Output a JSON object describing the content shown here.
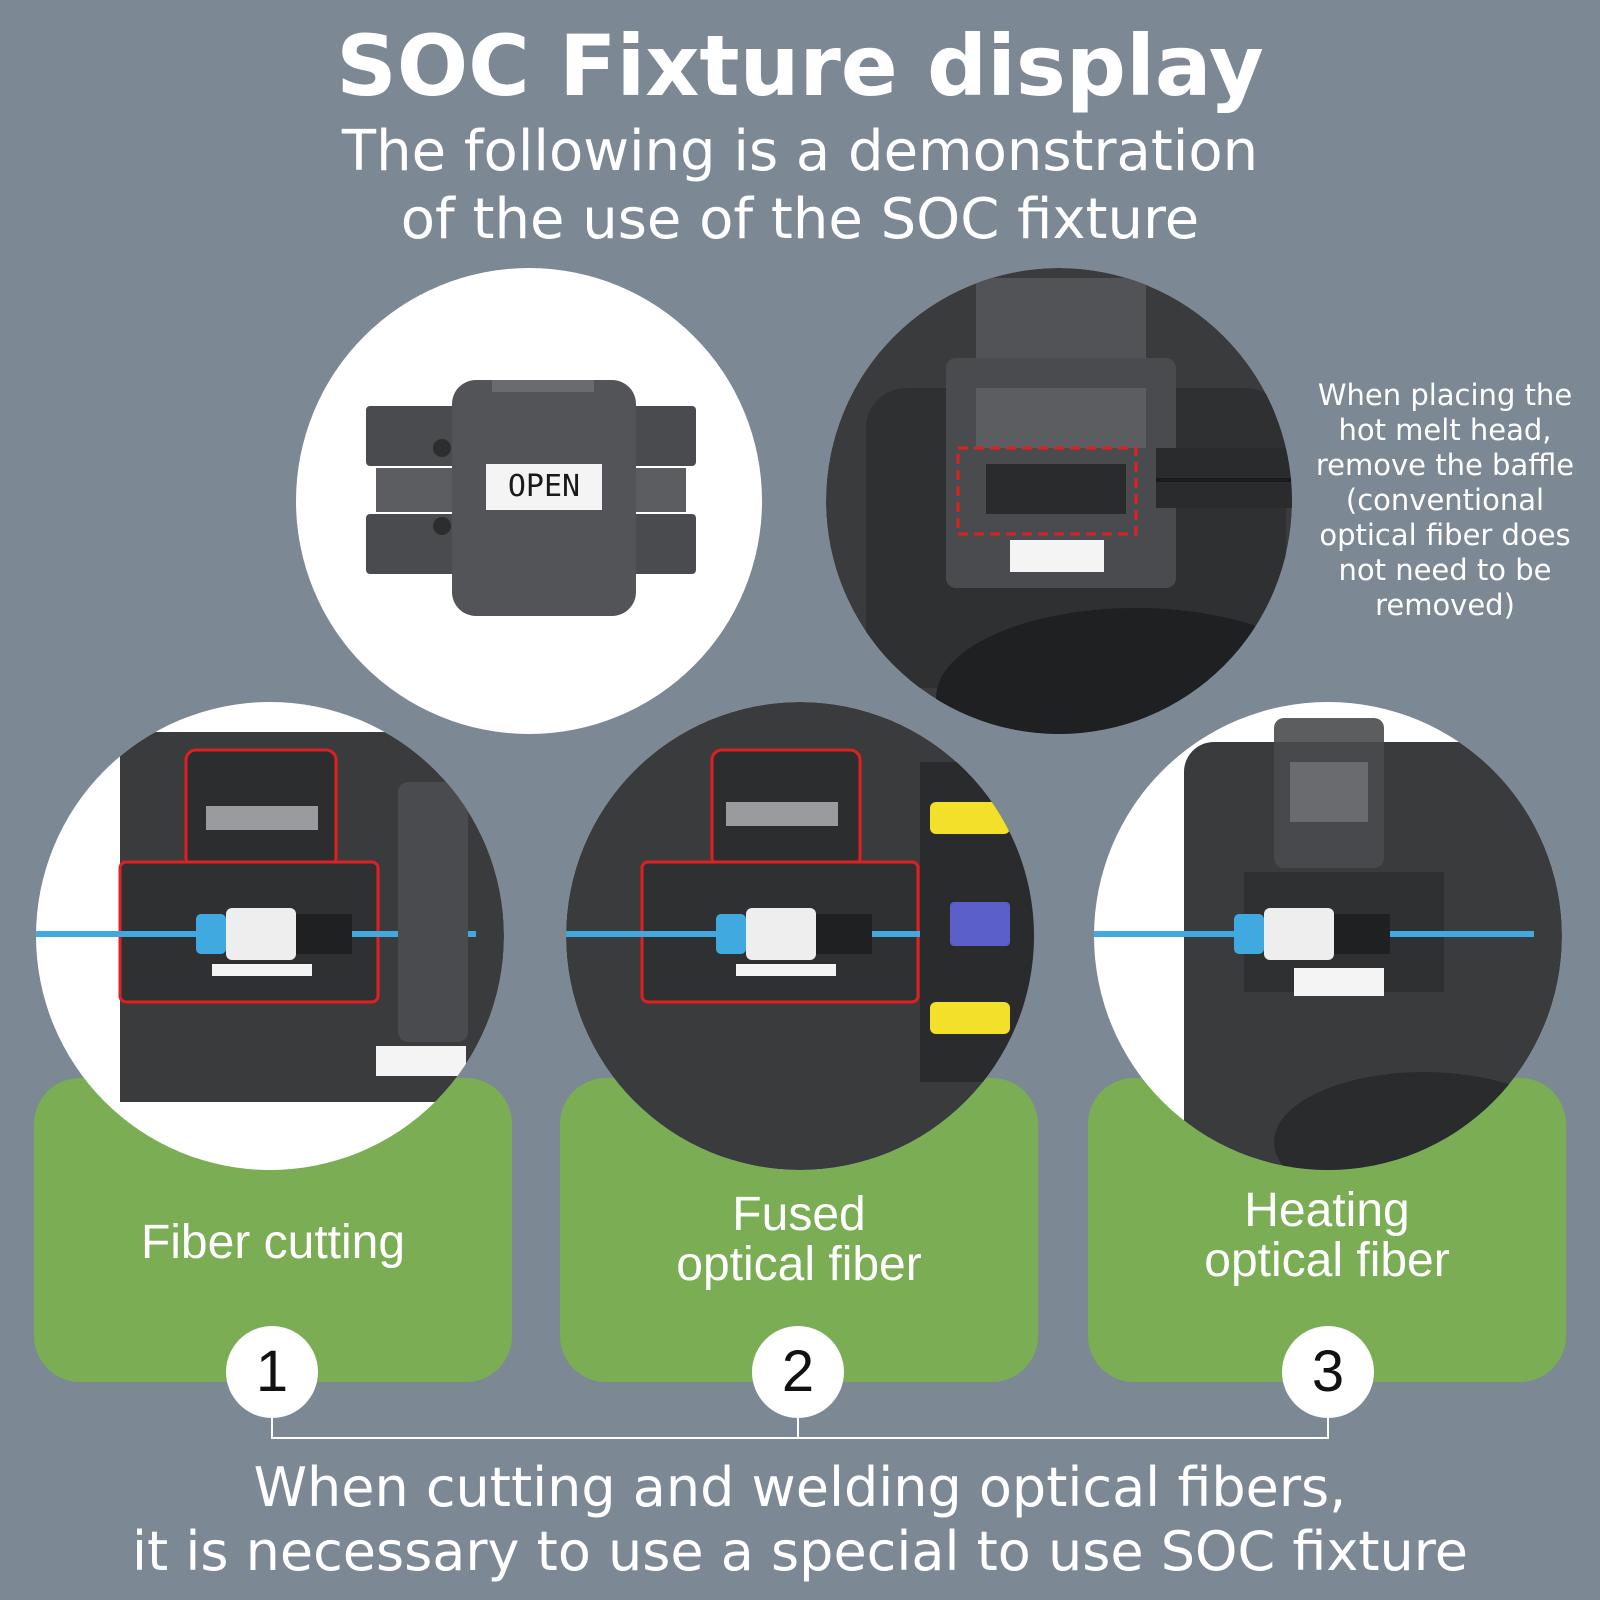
{
  "header": {
    "title": "SOC Fixture display",
    "subtitle_line1": "The following is a demonstration",
    "subtitle_line2": "of the use of the SOC fixture"
  },
  "fixture_image": {
    "label": "OPEN"
  },
  "side_note": {
    "lines": [
      "When placing the",
      "hot melt head,",
      "remove the baffle",
      "(conventional",
      "optical fiber does",
      "not need to be",
      "removed)"
    ]
  },
  "steps": [
    {
      "number": "1",
      "label_line1": "Fiber cutting",
      "label_line2": ""
    },
    {
      "number": "2",
      "label_line1": "Fused",
      "label_line2": "optical fiber"
    },
    {
      "number": "3",
      "label_line1": "Heating",
      "label_line2": "optical fiber"
    }
  ],
  "footer": {
    "line1": "When cutting and welding optical fibers,",
    "line2": "it is necessary to use a special to use SOC fixture"
  },
  "colors": {
    "background": "#7c8994",
    "card_green": "#7aad54",
    "device_dark": "#3a3b3d",
    "highlight_red": "#e02020",
    "fiber_blue": "#3fa9e0",
    "warning_yellow": "#f2e02a"
  }
}
